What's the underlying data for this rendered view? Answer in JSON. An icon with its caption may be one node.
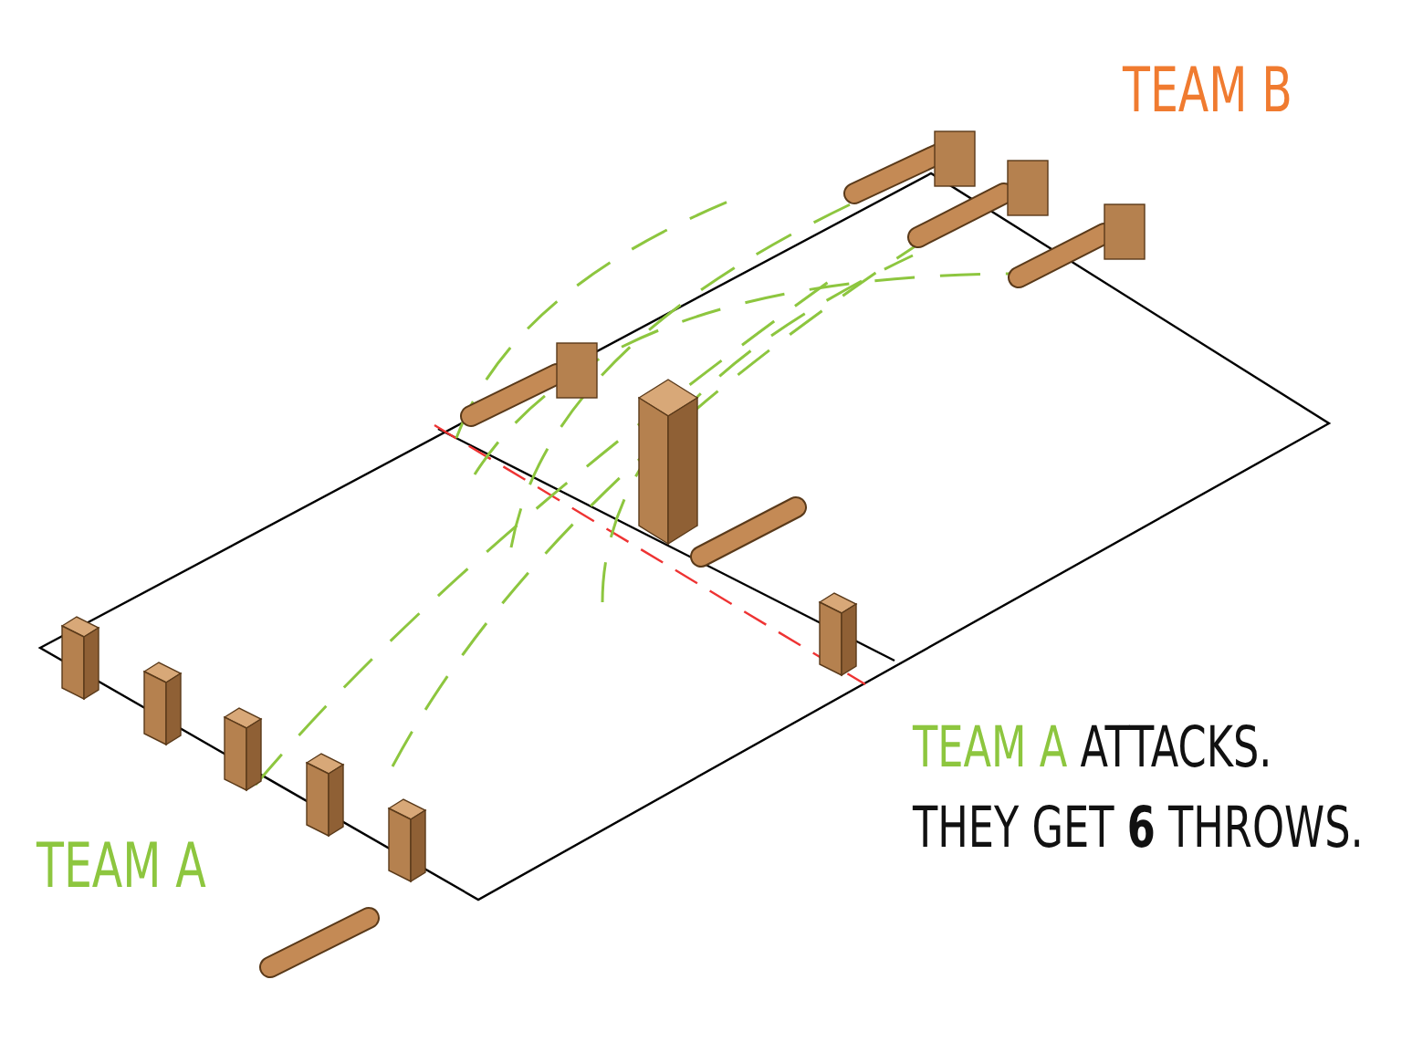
{
  "diagram": {
    "labels": [
      "TEAM B",
      "TEAM A",
      "TEAM A ATTACKS. THEY GET **6** THROWS."
    ]
  }
}
